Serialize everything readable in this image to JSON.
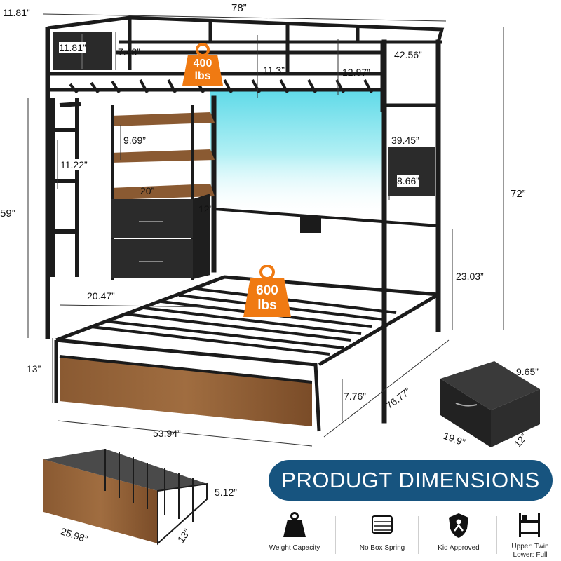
{
  "dimensions": {
    "top_width": "78”",
    "top_left": "11.81”",
    "pocket_width": "11.81”",
    "pocket_height": "7.48”",
    "guard_height_mid": "11.3”",
    "guard_height_right": "12.87”",
    "depth_top": "42.56”",
    "shelf_gap": "9.69”",
    "ladder_gap": "11.22”",
    "shelf_width": "20”",
    "shelf_depth": "12”",
    "side_width": "39.45”",
    "side_height": "8.66”",
    "total_height": "72”",
    "upper_height": "59”",
    "under_clearance": "23.03”",
    "desk_width": "20.47”",
    "lower_height": "13”",
    "lower_length": "76.77”",
    "rail_height": "7.76”",
    "lower_width": "53.94”",
    "bin_height": "9.65”",
    "bin_width": "19.9”",
    "bin_depth": "12”",
    "drawer_height": "5.12”",
    "drawer_length": "25.98”",
    "drawer_depth": "13”"
  },
  "weights": {
    "upper_value": "400",
    "upper_unit": "lbs",
    "lower_value": "600",
    "lower_unit": "lbs"
  },
  "colors": {
    "accent_orange": "#f07a12",
    "banner_blue": "#17547f",
    "frame_black": "#1b1b1b",
    "wood": "#8a5a32",
    "led_glow": "#7fe6ee"
  },
  "banner": {
    "title": "PRODUGT DIMENSIONS"
  },
  "features": [
    {
      "icon": "weight-icon",
      "label": "Weight Capacity"
    },
    {
      "icon": "box-spring-icon",
      "label": "No Box Spring"
    },
    {
      "icon": "kid-shield-icon",
      "label": "Kid Approved"
    },
    {
      "icon": "bunk-bed-icon",
      "label_upper": "Upper:  Twin",
      "label_lower": "Lower:  Full"
    }
  ]
}
